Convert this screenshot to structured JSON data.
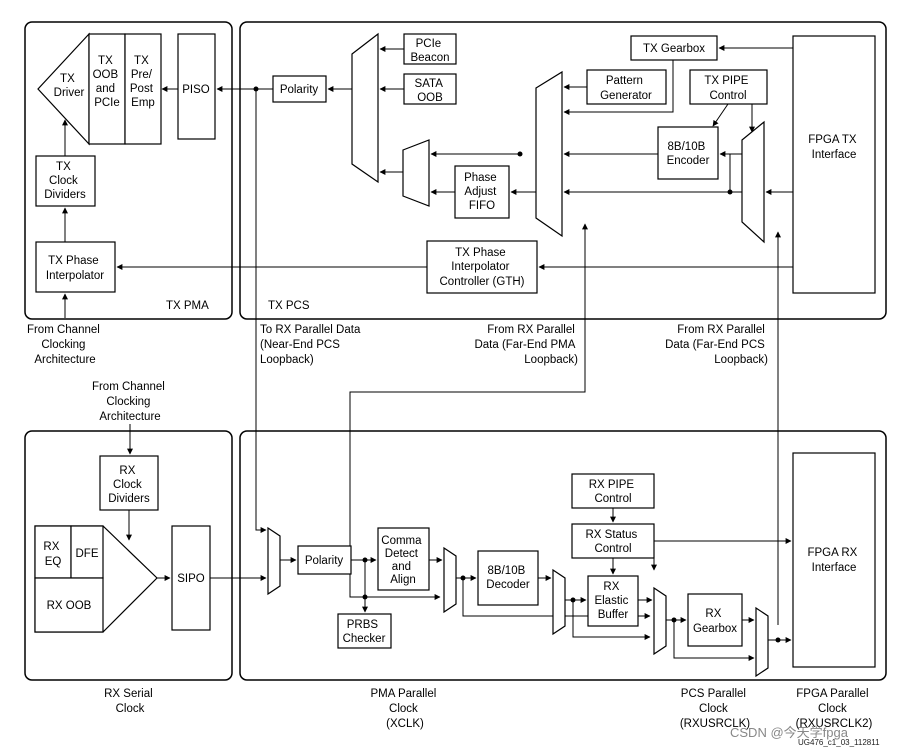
{
  "tx_pma": {
    "label": "TX PMA",
    "tx_driver": [
      "TX",
      "Driver"
    ],
    "tx_oob": [
      "TX",
      "OOB",
      "and",
      "PCIe"
    ],
    "tx_pre_post": [
      "TX",
      "Pre/",
      "Post",
      "Emp"
    ],
    "piso": "PISO",
    "tx_clock_dividers": [
      "TX",
      "Clock",
      "Dividers"
    ],
    "tx_phase_interpolator": [
      "TX Phase",
      "Interpolator"
    ]
  },
  "tx_pcs": {
    "label": "TX PCS",
    "polarity": "Polarity",
    "pcie_beacon": [
      "PCIe",
      "Beacon"
    ],
    "sata_oob": [
      "SATA",
      "OOB"
    ],
    "phase_adjust_fifo": [
      "Phase",
      "Adjust",
      "FIFO"
    ],
    "pattern_generator": [
      "Pattern",
      "Generator"
    ],
    "tx_gearbox": "TX Gearbox",
    "tx_pipe_control": [
      "TX PIPE",
      "Control"
    ],
    "encoder": [
      "8B/10B",
      "Encoder"
    ],
    "fpga_tx_interface": [
      "FPGA TX",
      "Interface"
    ],
    "tx_pi_controller": [
      "TX Phase",
      "Interpolator",
      "Controller (GTH)"
    ]
  },
  "mid_labels": {
    "from_channel_clocking_1": [
      "From Channel",
      "Clocking",
      "Architecture"
    ],
    "to_rx_parallel": [
      "To RX Parallel Data",
      "(Near-End PCS",
      "Loopback)"
    ],
    "from_rx_parallel_pma": [
      "From RX Parallel",
      "Data (Far-End PMA",
      "Loopback)"
    ],
    "from_rx_parallel_pcs": [
      "From RX Parallel",
      "Data (Far-End PCS",
      "Loopback)"
    ],
    "from_channel_clocking_2": [
      "From Channel",
      "Clocking",
      "Architecture"
    ]
  },
  "rx_pma": {
    "rx_clock_dividers": [
      "RX",
      "Clock",
      "Dividers"
    ],
    "rx_eq": [
      "RX",
      "EQ"
    ],
    "dfe": "DFE",
    "rx_oob": "RX OOB",
    "sipo": "SIPO"
  },
  "rx_pcs": {
    "polarity": "Polarity",
    "comma_detect": [
      "Comma",
      "Detect",
      "and",
      "Align"
    ],
    "prbs_checker": [
      "PRBS",
      "Checker"
    ],
    "decoder": [
      "8B/10B",
      "Decoder"
    ],
    "rx_pipe_control": [
      "RX PIPE",
      "Control"
    ],
    "rx_status_control": [
      "RX Status",
      "Control"
    ],
    "rx_elastic_buffer": [
      "RX",
      "Elastic",
      "Buffer"
    ],
    "rx_gearbox": [
      "RX",
      "Gearbox"
    ],
    "fpga_rx_interface": [
      "FPGA RX",
      "Interface"
    ]
  },
  "bottom_labels": {
    "rx_serial_clock": [
      "RX Serial",
      "Clock"
    ],
    "pma_parallel_clock": [
      "PMA Parallel",
      "Clock",
      "(XCLK)"
    ],
    "pcs_parallel_clock": [
      "PCS Parallel",
      "Clock",
      "(RXUSRCLK)"
    ],
    "fpga_parallel_clock": [
      "FPGA Parallel",
      "Clock",
      "(RXUSRCLK2)"
    ]
  },
  "figure_id": "UG476_c1_03_112811",
  "watermark": "CSDN @今天学fpga"
}
